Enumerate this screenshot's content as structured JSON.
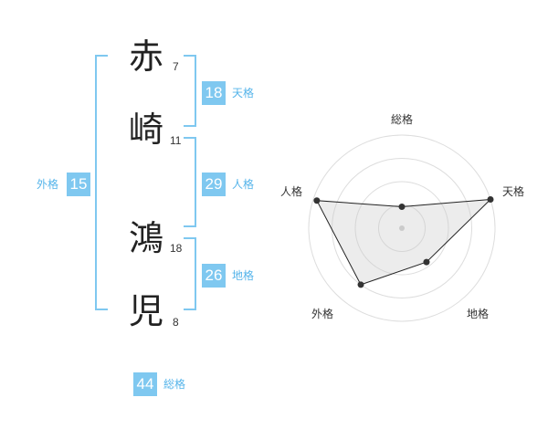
{
  "name": {
    "chars": [
      {
        "char": "赤",
        "strokes": "7"
      },
      {
        "char": "崎",
        "strokes": "11"
      },
      {
        "char": "鴻",
        "strokes": "18"
      },
      {
        "char": "児",
        "strokes": "8"
      }
    ]
  },
  "kaku": {
    "tenkaku": {
      "value": "18",
      "label": "天格"
    },
    "jinkaku": {
      "value": "29",
      "label": "人格"
    },
    "chikaku": {
      "value": "26",
      "label": "地格"
    },
    "gaikaku": {
      "value": "15",
      "label": "外格"
    },
    "soukaku": {
      "value": "44",
      "label": "総格"
    }
  },
  "colors": {
    "accent": "#7fc8f0",
    "accent_text": "#55b4ea"
  },
  "chart_data": {
    "type": "radar",
    "axes": [
      "総格",
      "天格",
      "地格",
      "外格",
      "人格"
    ],
    "rings": 4,
    "values": [
      0.23,
      1.0,
      0.45,
      0.75,
      0.96
    ],
    "max": 1.0
  }
}
